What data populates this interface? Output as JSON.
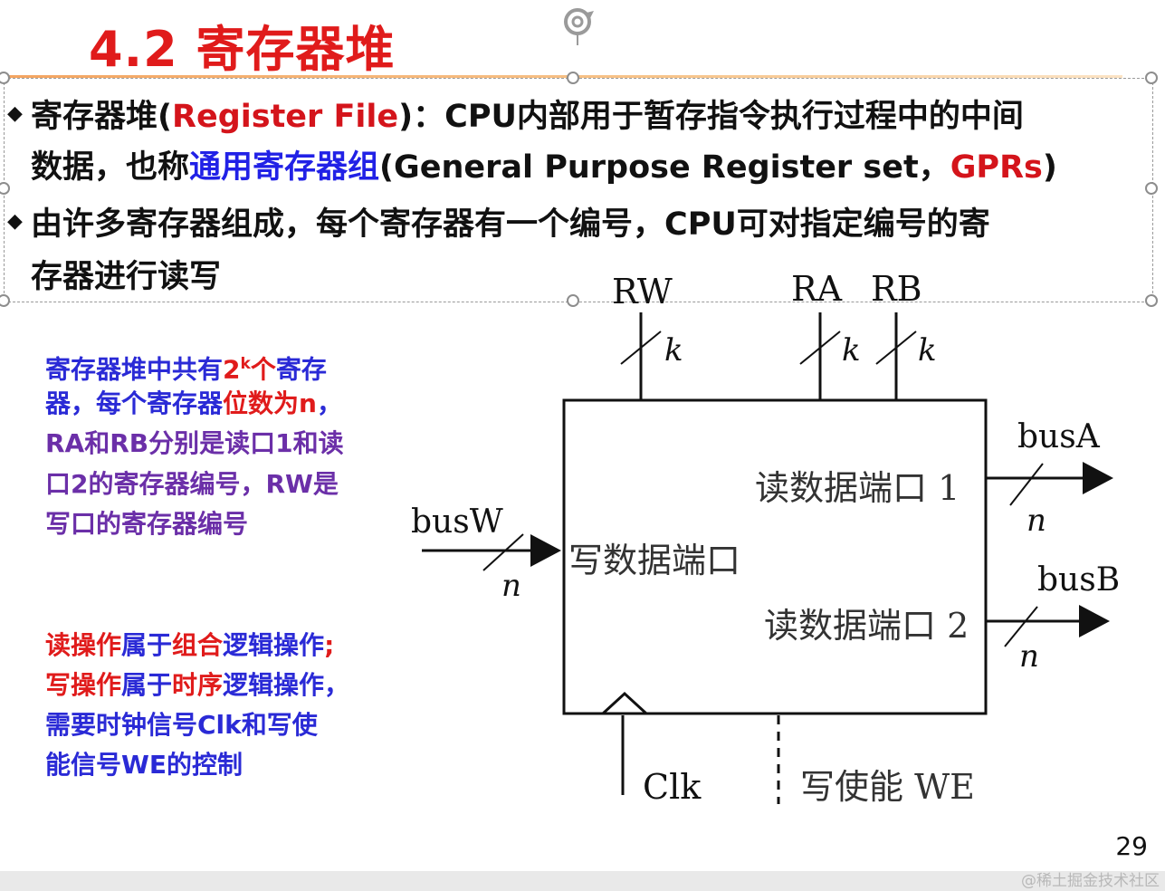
{
  "slide": {
    "title": "4.2 寄存器堆",
    "page_number": "29",
    "watermark": "@稀土掘金技术社区"
  },
  "bullets": {
    "b1_l1_a": "寄存器堆(",
    "b1_l1_b": "Register File",
    "b1_l1_c": ")：CPU内部用于暂存指令执行过程中的中间",
    "b1_l2_a": "数据，也称",
    "b1_l2_b": "通用寄存器组",
    "b1_l2_c": "(General Purpose Register set，",
    "b1_l2_d": "GPRs",
    "b1_l2_e": ")",
    "b2_l1": "由许多寄存器组成，每个寄存器有一个编号，CPU可对指定编号的寄",
    "b2_l2": "存器进行读写",
    "bullet_symbol": "◆"
  },
  "side_note_1": {
    "l1_a": "寄存器堆中共有",
    "l1_b": "2",
    "l1_sup": "k",
    "l1_c": "个",
    "l1_d": "寄存",
    "l2_a": "器，每个寄存器",
    "l2_b": "位数为n",
    "l2_c": "，",
    "l3": "RA和RB分别是读口1和读",
    "l4": "口2的寄存器编号，RW是",
    "l5": "写口的寄存器编号"
  },
  "side_note_2": {
    "l1_a": "读操作",
    "l1_b": "属于",
    "l1_c": "组合",
    "l1_d": "逻辑操作",
    "l1_e": ";",
    "l2_a": "写操作",
    "l2_b": "属于",
    "l2_c": "时序",
    "l2_d": "逻辑操作，",
    "l3": "需要时钟信号Clk和写使",
    "l4": "能信号WE的控制"
  },
  "diagram": {
    "rw": "RW",
    "ra": "RA",
    "rb": "RB",
    "k": "k",
    "n": "n",
    "busA": "busA",
    "busB": "busB",
    "busW": "busW",
    "read_port_1": "读数据端口 1",
    "read_port_2": "读数据端口 2",
    "write_port": "写数据端口",
    "clk": "Clk",
    "we": "写使能 WE"
  },
  "colors": {
    "title_red": "#e01b1b",
    "accent_blue": "#2121e6",
    "purple": "#6b2fa8"
  }
}
